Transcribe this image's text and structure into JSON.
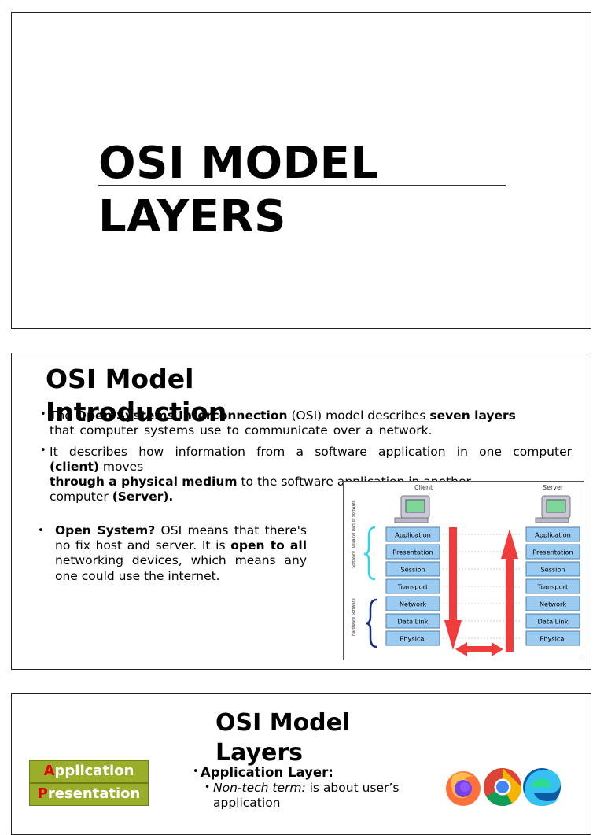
{
  "slide1": {
    "title_line1": "OSI MODEL",
    "title_line2": "LAYERS"
  },
  "slide2": {
    "title_line1": "OSI Model",
    "title_line2": "Introduction",
    "bullet1": {
      "t1": "The ",
      "b1": "Open Systems Interconnection",
      "t2": " (OSI) model describes ",
      "b2": "seven layers",
      "line2": "that computer systems use to communicate over a network."
    },
    "bullet2": {
      "line1": "It describes how information from a software application in one computer",
      "b1": "(client)",
      "t1": " moves",
      "b2": "through a physical medium",
      "t2": " to the software application in another",
      "t3": "computer ",
      "b3": "(Server)."
    },
    "bullet3": {
      "b1": "Open System?",
      "t1": " OSI means that there's no fix host and server. It is ",
      "b2": "open to all",
      "t2": " networking devices, which means any one could use the internet."
    },
    "diagram": {
      "client_label": "Client",
      "server_label": "Server",
      "layers": [
        "Application",
        "Presentation",
        "Session",
        "Transport",
        "Network",
        "Data Link",
        "Physical"
      ],
      "software_label": "Software (usually) part of software",
      "hardware_label": "Hardware Software",
      "colors": {
        "layer_fill": "#9ccbf2",
        "layer_stroke": "#4a7fb0",
        "arrow": "#f03c3c",
        "brace_top": "#2bd4e8",
        "brace_bottom": "#142c80"
      }
    }
  },
  "slide3": {
    "title_line1": "OSI Model",
    "title_line2": "Layers",
    "stack": [
      {
        "first": "A",
        "rest": "pplication"
      },
      {
        "first": "P",
        "rest": "resentation"
      }
    ],
    "bullet_title": "Application Layer:",
    "sub_label": "Non-tech term:",
    "sub_text": " is about user’s application",
    "browser_icons": [
      "firefox-icon",
      "chrome-icon",
      "edge-icon"
    ]
  }
}
